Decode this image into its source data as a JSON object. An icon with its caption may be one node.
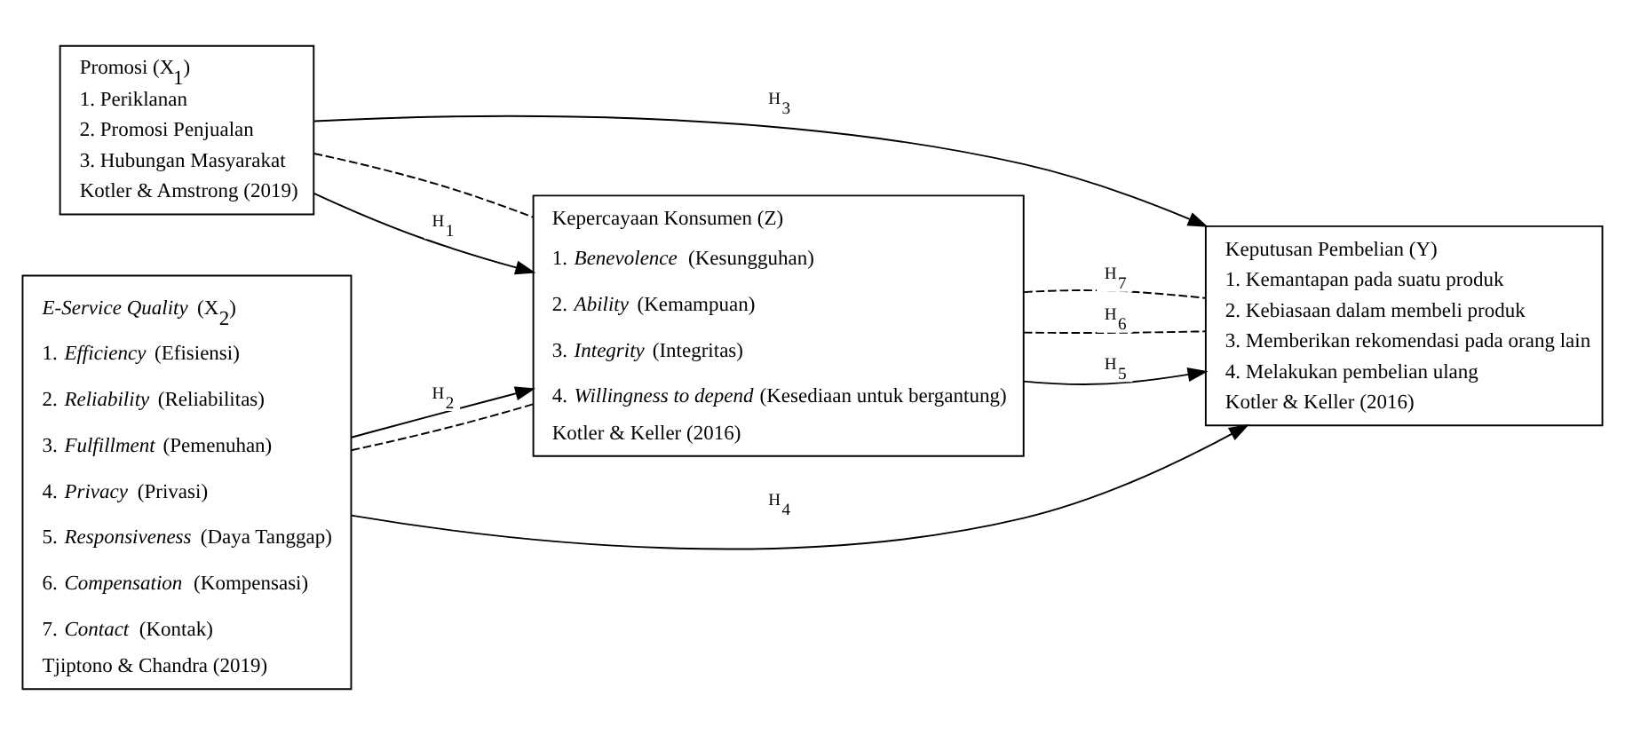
{
  "diagram": {
    "nodes": [
      {
        "text": [
          "Promosi (X$_{1}$)",
          "1. Periklanan",
          "2. Promosi Penjualan",
          "3. Hubungan Masyarakat",
          "Kotler & Amstrong (2019)"
        ]
      },
      {
        "text": [
          "*E-Service Quality* (X$_{2}$)",
          "1. *Efficiency* (Efisiensi)",
          "2. *Reliability* (Reliabilitas)",
          "3. *Fulfillment* (Pemenuhan)",
          "4. *Privacy* (Privasi)",
          "5. *Responsiveness* (Daya Tanggap)",
          "6. *Compensation* (Kompensasi)",
          "7. *Contact* (Kontak)",
          "Tjiptono & Chandra (2019)"
        ]
      },
      {
        "text": [
          "Kepercayaan Konsumen (Z)",
          "1. *Benevolence* (Kesungguhan)",
          "2. *Ability* (Kemampuan)",
          "3. *Integrity* (Integritas)",
          "4. *Willingness to depend* (Kesediaan untuk bergantung)",
          "Kotler & Keller (2016)"
        ]
      },
      {
        "text": [
          "Keputusan Pembelian (Y)",
          "1. Kemantapan pada suatu produk",
          "2. Kebiasaan dalam membeli produk",
          "3. Memberikan rekomendasi pada orang lain",
          "4. Melakukan pembelian ulang",
          "Kotler & Keller (2016)"
        ]
      }
    ],
    "edges": [
      {
        "from": 0,
        "to": 3,
        "arrow": "to",
        "label": "H$_{3}$"
      },
      {
        "from": 0,
        "to": 2,
        "arrow": "none",
        "style": "dashed"
      },
      {
        "from": 0,
        "to": 2,
        "arrow": "to",
        "label": "H$_{1}$"
      },
      {
        "from": 2,
        "to": 3,
        "arrow": "none",
        "style": "dashed",
        "label": "H$_{6}$"
      },
      {
        "from": 1,
        "to": 2,
        "arrow": "to",
        "label": "H$_{2}$"
      },
      {
        "from": 2,
        "to": 3,
        "arrow": "to",
        "label": "H$_{5}$"
      },
      {
        "from": 1,
        "to": 2,
        "arrow": "none",
        "style": "dashed"
      },
      {
        "from": 2,
        "to": 3,
        "arrow": "none",
        "style": "dashed",
        "label": "H$_{7}$"
      },
      {
        "from": 1,
        "to": 3,
        "arrow": "to",
        "label": "H$_{4}$"
      }
    ]
  }
}
